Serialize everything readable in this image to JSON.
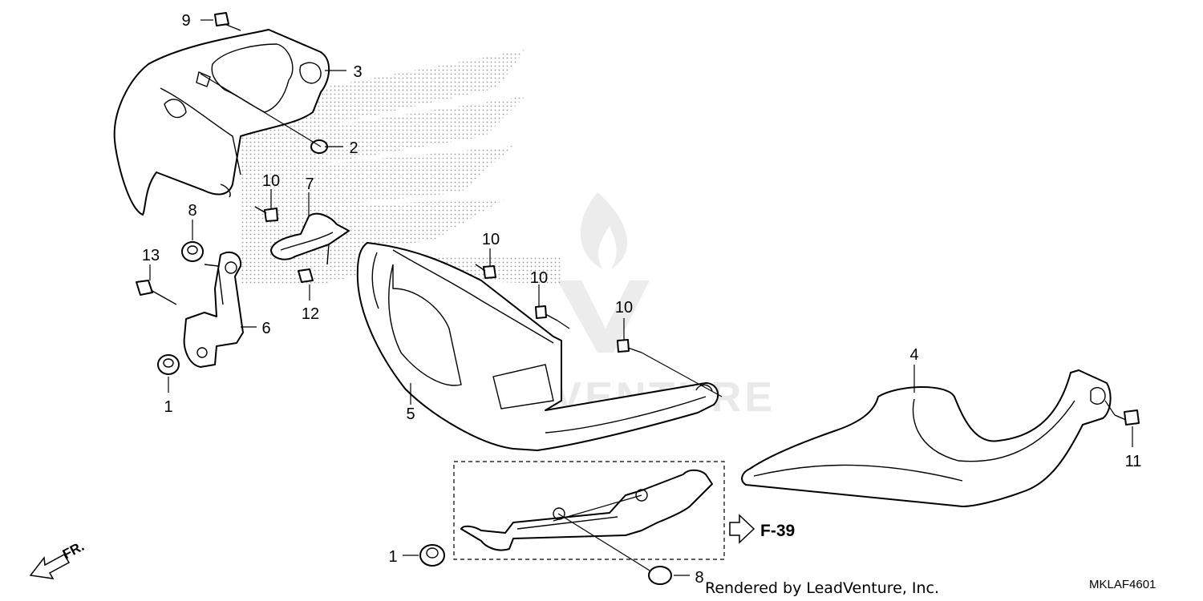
{
  "colors": {
    "line": "#000000",
    "background": "#ffffff",
    "watermark": "#e9e9e9",
    "stipple": "#9a9a9a"
  },
  "watermark": {
    "text": "LEADVENTURE"
  },
  "callouts": {
    "c1a": "1",
    "c1b": "1",
    "c2": "2",
    "c3": "3",
    "c4": "4",
    "c5": "5",
    "c6": "6",
    "c7": "7",
    "c8a": "8",
    "c8b": "8",
    "c9": "9",
    "c10a": "10",
    "c10b": "10",
    "c10c": "10",
    "c10d": "10",
    "c11": "11",
    "c12": "12",
    "c13": "13"
  },
  "reference": {
    "label": "F-39"
  },
  "front_indicator": {
    "label": "FR."
  },
  "credit": "Rendered by LeadVenture, Inc.",
  "diagram_code": "MKLAF4601"
}
